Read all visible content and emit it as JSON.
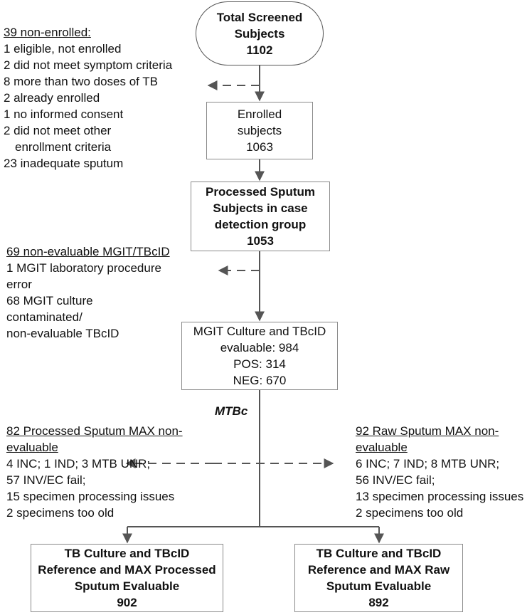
{
  "boxes": {
    "screened": {
      "title_line1": "Total Screened",
      "title_line2": "Subjects",
      "count": "1102"
    },
    "enrolled": {
      "line1": "Enrolled",
      "line2": "subjects",
      "count": "1063"
    },
    "processed": {
      "line1": "Processed Sputum",
      "line2": "Subjects in case",
      "line3": "detection group",
      "count": "1053"
    },
    "mgit": {
      "line1": "MGIT Culture and TBcID",
      "line2": "evaluable: 984",
      "line3": "POS: 314",
      "line4": "NEG: 670"
    },
    "ref_processed": {
      "line1": "TB Culture and TBcID",
      "line2": "Reference and MAX Processed",
      "line3": "Sputum Evaluable",
      "count": "902"
    },
    "ref_raw": {
      "line1": "TB Culture and TBcID",
      "line2": "Reference and MAX Raw",
      "line3": "Sputum Evaluable",
      "count": "892"
    }
  },
  "notes": {
    "non_enrolled": {
      "title": "39 non-enrolled:",
      "items": [
        "1 eligible, not enrolled",
        "2 did not meet symptom criteria",
        "8 more than two doses of TB",
        "2 already enrolled",
        "1 no informed consent",
        "2 did not meet other",
        "enrollment criteria",
        "23 inadequate sputum"
      ]
    },
    "non_evaluable_mgit": {
      "title": "69 non-evaluable MGIT/TBcID",
      "items": [
        "1 MGIT laboratory procedure",
        "error",
        "68 MGIT culture",
        "contaminated/",
        "non-evaluable TBcID"
      ]
    },
    "processed_max": {
      "title_line1": "82 Processed Sputum MAX non-",
      "title_line2": "evaluable",
      "items": [
        "4 INC; 1 IND; 3 MTB UNR;",
        "57 INV/EC fail;",
        "15 specimen processing issues",
        "2 specimens too old"
      ]
    },
    "raw_max": {
      "title_line1": "92 Raw Sputum MAX non-",
      "title_line2": "evaluable",
      "items": [
        "6 INC; 7 IND; 8 MTB UNR;",
        "56 INV/EC fail;",
        "13 specimen processing issues",
        "2 specimens too old"
      ]
    }
  },
  "label_mtbc": "MTBc",
  "colors": {
    "line": "#555555",
    "border": "#8a8a8a"
  }
}
